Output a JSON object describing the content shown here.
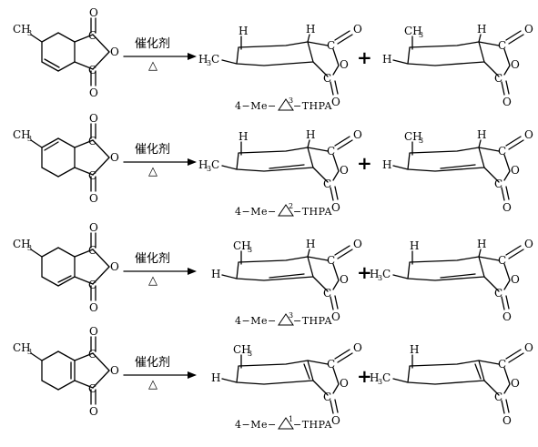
{
  "catalyst": "催化剂",
  "heat_symbol": "△",
  "plus": "+",
  "atoms": {
    "H": "H",
    "C": "C",
    "O": "O",
    "CH3": "CH",
    "CH3_sub": "3",
    "H3C": "H",
    "H3C_sub": "3",
    "H3C_c": "C"
  },
  "rows": [
    {
      "caption_a": "4−Me−",
      "caption_num": "3",
      "caption_b": "−THPA"
    },
    {
      "caption_a": "4−Me−",
      "caption_num": "2",
      "caption_b": "−THPA"
    },
    {
      "caption_a": "4−Me−",
      "caption_num": "3",
      "caption_b": "−THPA"
    },
    {
      "caption_a": "4−Me−",
      "caption_num": "1",
      "caption_b": "−THPA"
    }
  ]
}
